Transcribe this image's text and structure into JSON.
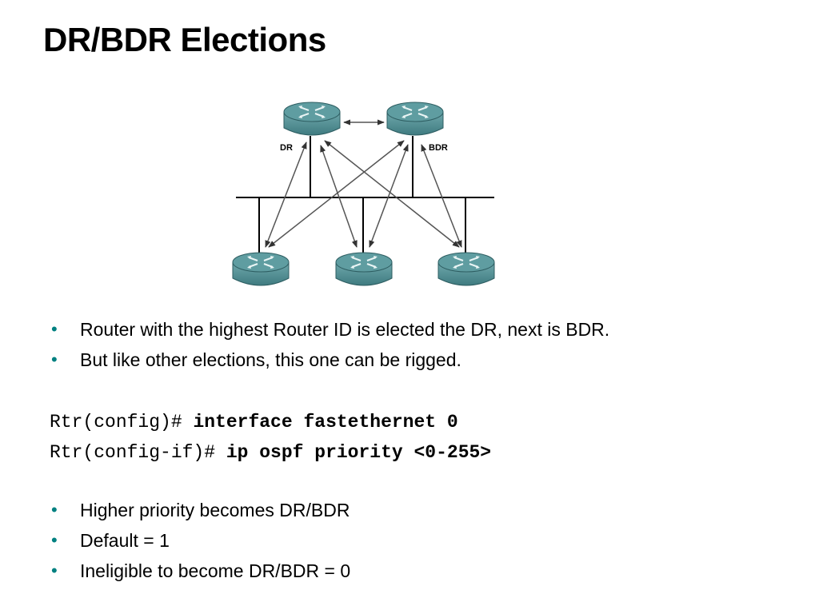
{
  "slide": {
    "title": "DR/BDR Elections"
  },
  "diagram": {
    "dr_label": "DR",
    "bdr_label": "BDR",
    "router_color": "#4f8e92",
    "link_color": "#555555"
  },
  "bullets_top": [
    {
      "text": "Router with the highest Router ID is elected the DR, next is BDR."
    },
    {
      "text": "But like other elections, this one can be rigged."
    }
  ],
  "commands": [
    {
      "prompt": "Rtr(config)# ",
      "command": "interface fastethernet 0"
    },
    {
      "prompt": "Rtr(config-if)# ",
      "command": "ip ospf priority <0-255>"
    }
  ],
  "bullets_bottom": [
    {
      "text": "Higher priority becomes DR/BDR"
    },
    {
      "text": "Default = 1"
    },
    {
      "text": "Ineligible to become DR/BDR = 0"
    }
  ],
  "colors": {
    "bullet": "#008080"
  }
}
